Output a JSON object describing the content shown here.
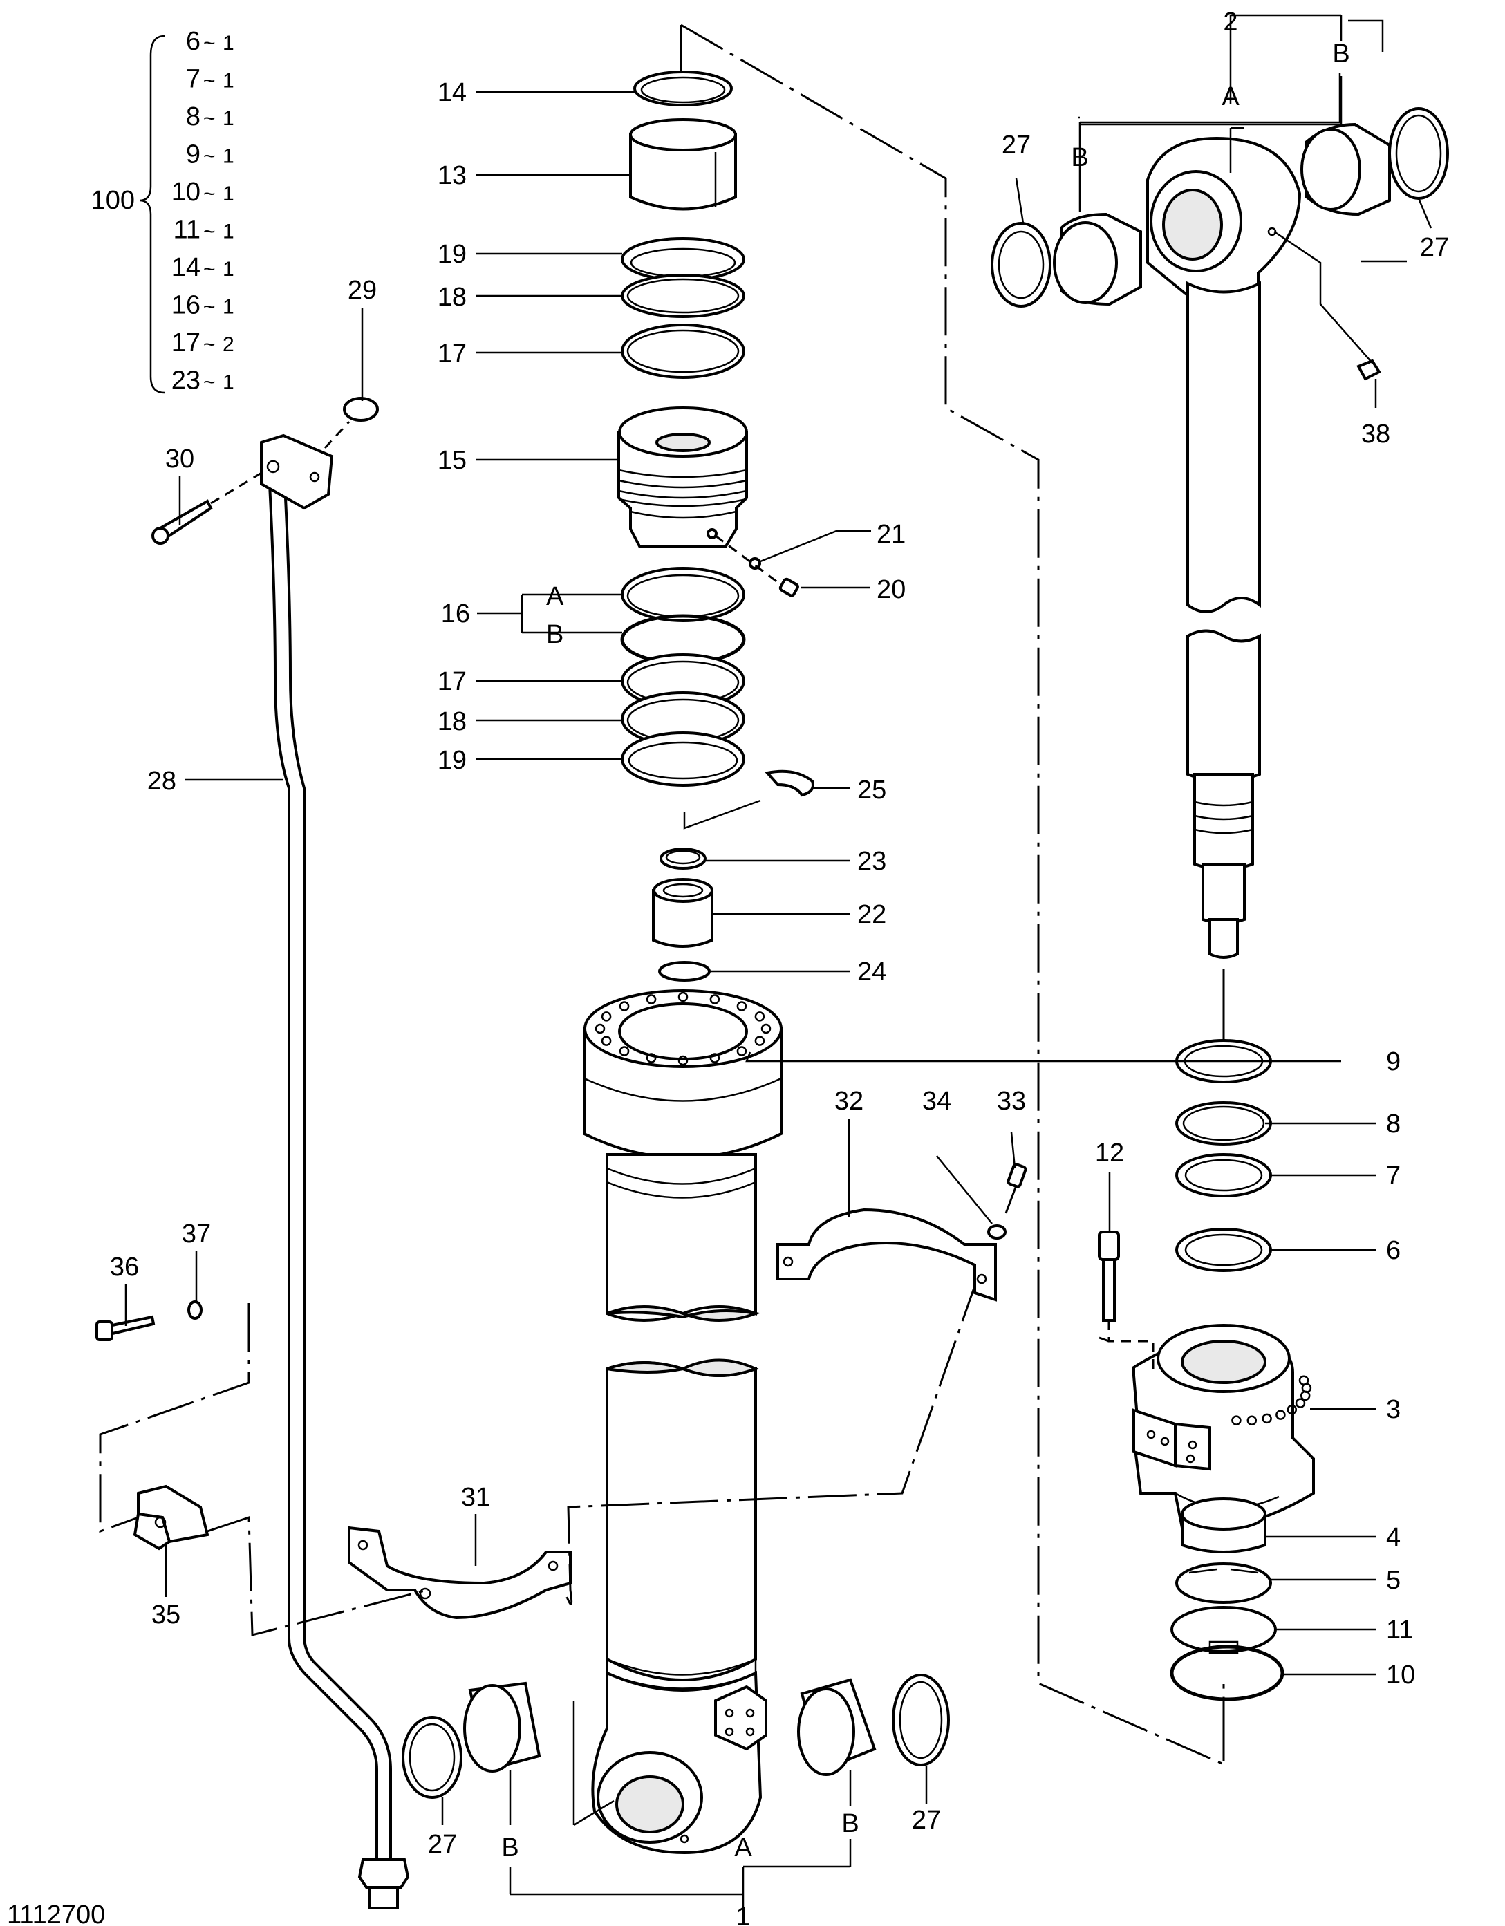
{
  "diagram_id": "1112700",
  "kit": {
    "label": "100",
    "items": [
      {
        "part": "6",
        "sep": "~",
        "qty": "1"
      },
      {
        "part": "7",
        "sep": "~",
        "qty": "1"
      },
      {
        "part": "8",
        "sep": "~",
        "qty": "1"
      },
      {
        "part": "9",
        "sep": "~",
        "qty": "1"
      },
      {
        "part": "10",
        "sep": "~",
        "qty": "1"
      },
      {
        "part": "11",
        "sep": "~",
        "qty": "1"
      },
      {
        "part": "14",
        "sep": "~",
        "qty": "1"
      },
      {
        "part": "16",
        "sep": "~",
        "qty": "1"
      },
      {
        "part": "17",
        "sep": "~",
        "qty": "2"
      },
      {
        "part": "23",
        "sep": "~",
        "qty": "1"
      }
    ]
  },
  "callouts": {
    "c1": "1",
    "c2": "2",
    "c3": "3",
    "c4": "4",
    "c5": "5",
    "c6": "6",
    "c7": "7",
    "c8": "8",
    "c9": "9",
    "c10": "10",
    "c11": "11",
    "c12": "12",
    "c13": "13",
    "c14": "14",
    "c15": "15",
    "c16": "16",
    "c17a": "17",
    "c17b": "17",
    "c18a": "18",
    "c18b": "18",
    "c19a": "19",
    "c19b": "19",
    "c20": "20",
    "c21": "21",
    "c22": "22",
    "c23": "23",
    "c24": "24",
    "c25": "25",
    "c27a": "27",
    "c27b": "27",
    "c27c": "27",
    "c27d": "27",
    "c28": "28",
    "c29": "29",
    "c30": "30",
    "c31": "31",
    "c32": "32",
    "c33": "33",
    "c34": "34",
    "c35": "35",
    "c36": "36",
    "c37": "37",
    "c38": "38"
  },
  "letters": {
    "a_top": "A",
    "b_top_left": "B",
    "b_top_right": "B",
    "a_bottom": "A",
    "b_bottom_left": "B",
    "b_bottom_right": "B",
    "a16": "A",
    "b16": "B"
  }
}
